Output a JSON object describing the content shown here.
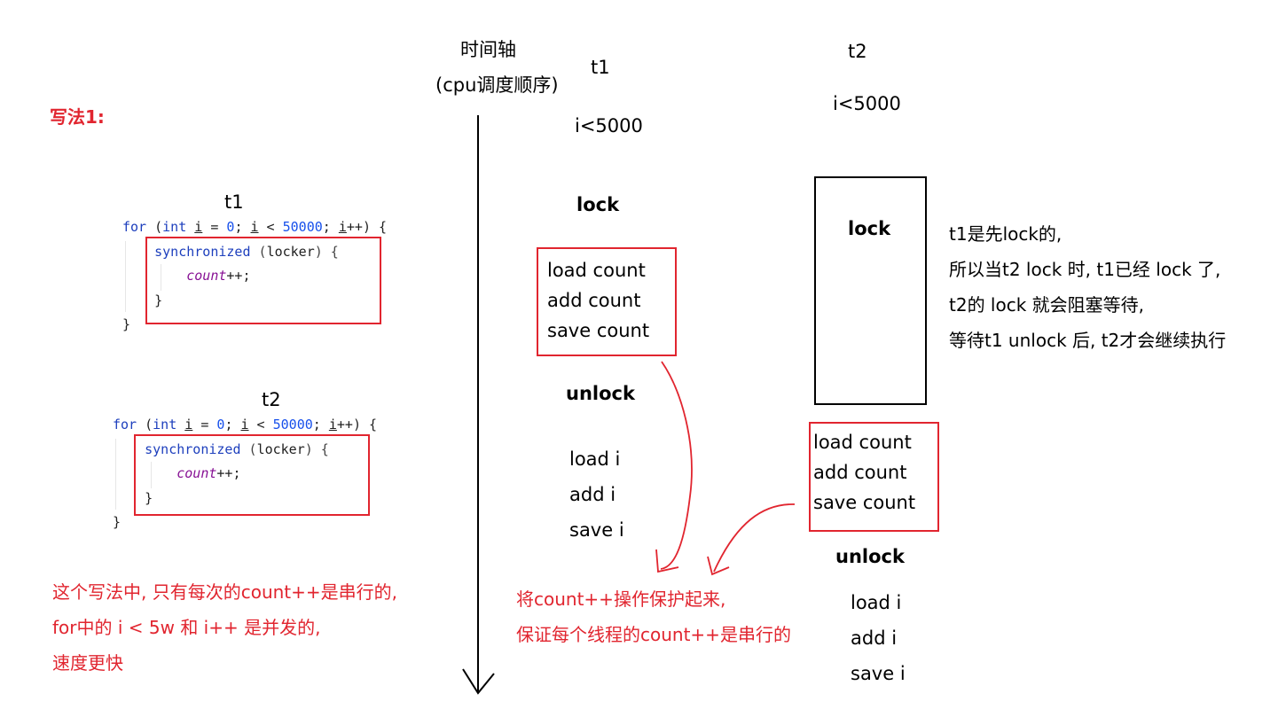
{
  "timeline": {
    "title": "时间轴",
    "subtitle": "(cpu调度顺序)"
  },
  "left": {
    "heading": "写法1:",
    "t1_label": "t1",
    "t2_label": "t2",
    "code": {
      "kw_for": "for",
      "kw_int": "int",
      "var_i": "i",
      "zero": "0",
      "limit": "50000",
      "kw_sync": "synchronized",
      "locker": "locker",
      "count": "count",
      "incr": "++",
      "open_paren": "(",
      "eq": " = ",
      "semi": ";",
      "lt": " < ",
      "close_loop": ") {",
      "lock_open": " (",
      "lock_close": ") {",
      "close_brace": "}"
    },
    "note": [
      "这个写法中, 只有每次的count++是串行的,",
      "for中的 i < 5w 和 i++ 是并发的,",
      "速度更快"
    ]
  },
  "t1_col": {
    "label": "t1",
    "cond": "i<5000",
    "lock": "lock",
    "ops": [
      "load  count",
      "add  count",
      "save  count"
    ],
    "unlock": "unlock",
    "i_ops": [
      "load i",
      "add i",
      "save i"
    ]
  },
  "t2_col": {
    "label": "t2",
    "cond": "i<5000",
    "lock": "lock",
    "ops": [
      "load  count",
      "add   count",
      "save  count"
    ],
    "unlock": "unlock",
    "i_ops": [
      "load i",
      "add i",
      "save i"
    ]
  },
  "explanation": [
    "t1是先lock的,",
    "所以当t2 lock 时, t1已经 lock 了,",
    "t2的 lock 就会阻塞等待,",
    "等待t1 unlock 后, t2才会继续执行"
  ],
  "center_note": [
    "将count++操作保护起来,",
    "保证每个线程的count++是串行的"
  ],
  "colors": {
    "red": "#e1252f",
    "keyword": "#1d3fbd",
    "field": "#871094",
    "number": "#1750eb"
  }
}
